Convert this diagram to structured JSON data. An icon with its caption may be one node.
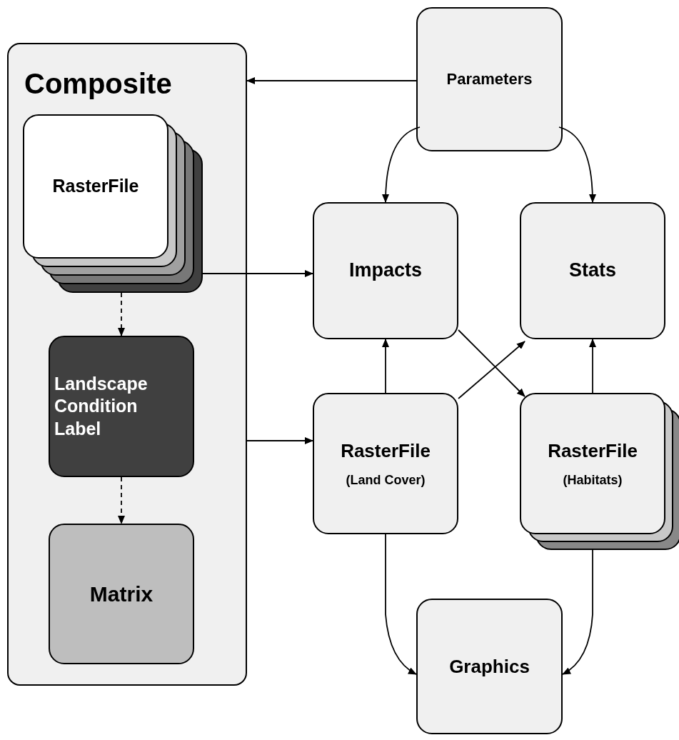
{
  "diagram": {
    "nodes": [
      {
        "text": [
          "Composite"
        ]
      },
      {
        "text": [
          "RasterFile"
        ],
        "in": 0
      },
      {
        "text": [
          "Landscape Condition Label"
        ],
        "in": 0
      },
      {
        "text": [
          "Matrix"
        ],
        "in": 0
      },
      {
        "text": [
          "Parameters"
        ]
      },
      {
        "text": [
          "Impacts"
        ]
      },
      {
        "text": [
          "Stats"
        ]
      },
      {
        "text": [
          "RasterFile",
          "(Land Cover)"
        ]
      },
      {
        "text": [
          "RasterFile",
          "(Habitats)"
        ]
      },
      {
        "text": [
          "Graphics"
        ]
      }
    ],
    "edges": [
      {
        "from": 4,
        "to": 0,
        "arrow": "to"
      },
      {
        "from": 4,
        "to": 5,
        "arrow": "to"
      },
      {
        "from": 4,
        "to": 6,
        "arrow": "to"
      },
      {
        "from": 1,
        "to": 5,
        "arrow": "to"
      },
      {
        "from": 1,
        "to": 2,
        "arrow": "to",
        "style": "dashed"
      },
      {
        "from": 2,
        "to": 3,
        "arrow": "to",
        "style": "dashed"
      },
      {
        "from": 0,
        "to": 7,
        "arrow": "to"
      },
      {
        "from": 7,
        "to": 5,
        "arrow": "to"
      },
      {
        "from": 7,
        "to": 6,
        "arrow": "to"
      },
      {
        "from": 5,
        "to": 8,
        "arrow": "to"
      },
      {
        "from": 8,
        "to": 6,
        "arrow": "to"
      },
      {
        "from": 7,
        "to": 9,
        "arrow": "to"
      },
      {
        "from": 8,
        "to": 9,
        "arrow": "to"
      }
    ]
  }
}
